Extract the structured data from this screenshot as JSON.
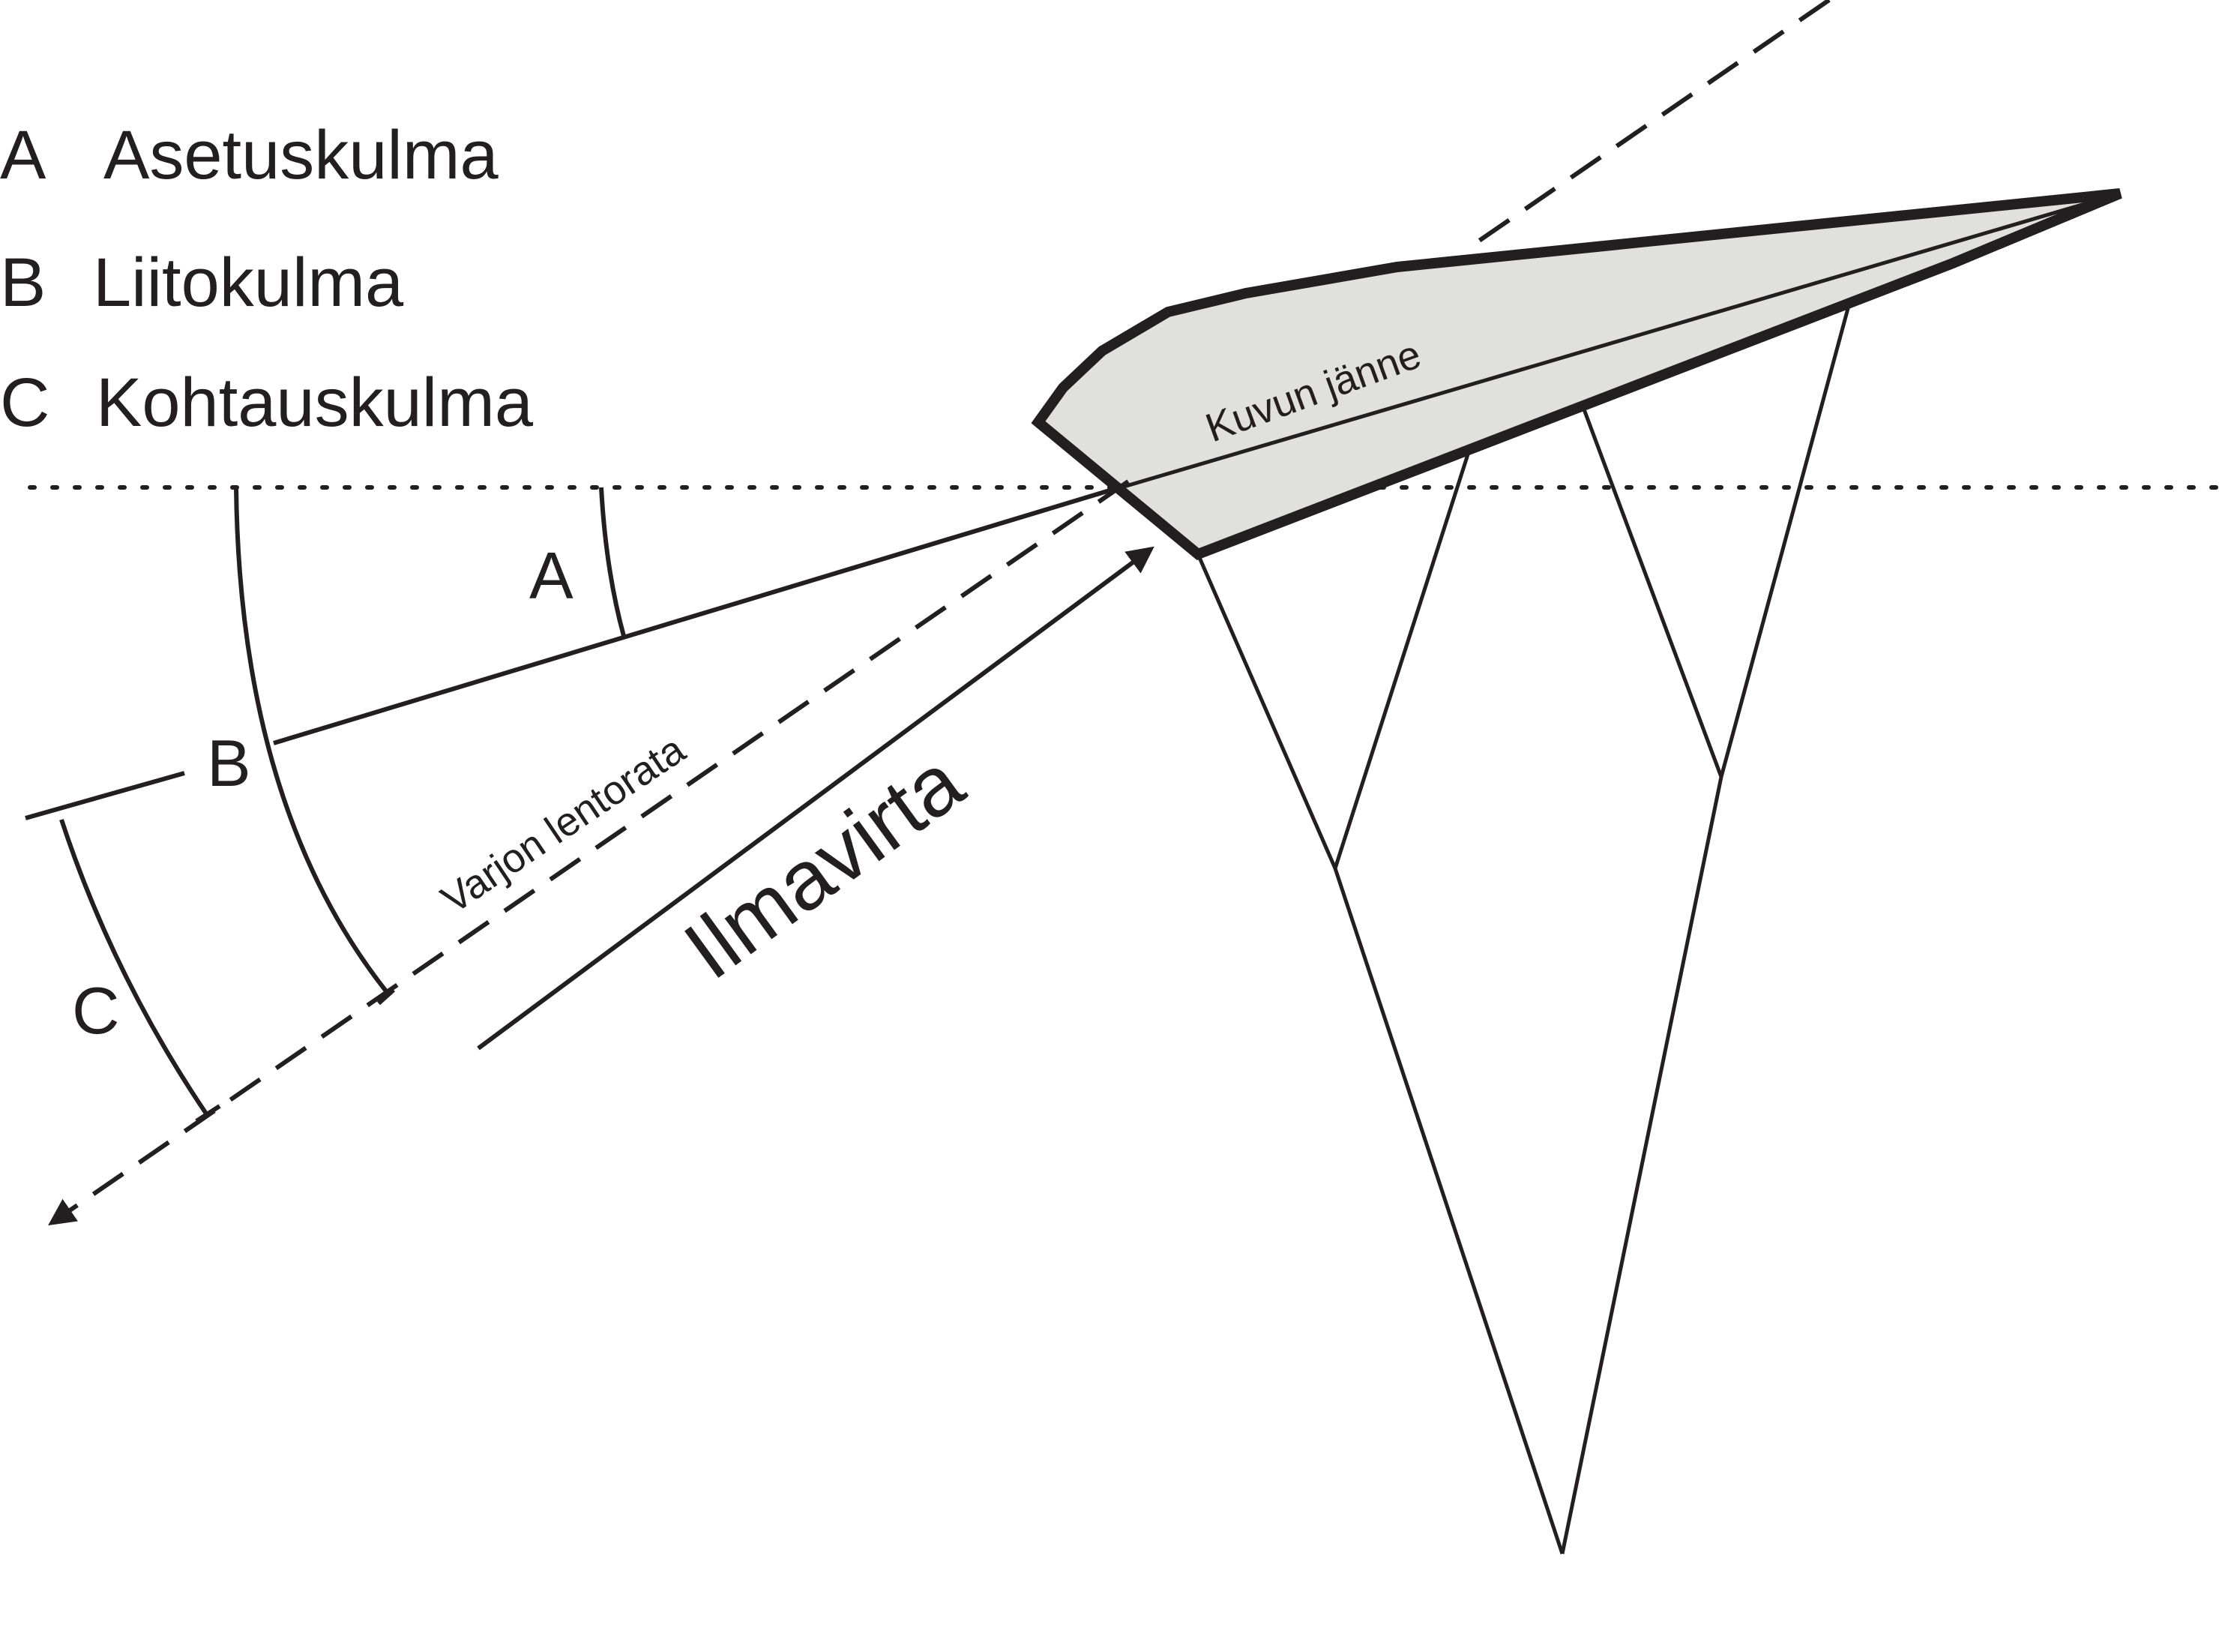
{
  "legend": [
    {
      "letter": "A",
      "label": "Asetuskulma"
    },
    {
      "letter": "B",
      "label": "Liitokulma"
    },
    {
      "letter": "C",
      "label": "Kohtauskulma"
    }
  ],
  "angle_labels": {
    "a": "A",
    "b": "B",
    "c": "C"
  },
  "texts": {
    "chord": "Kuvun jänne",
    "trajectory": "Varjon lentorata",
    "airflow": "Ilmavirta"
  },
  "colors": {
    "ink": "#231f20",
    "canopy_fill": "#e0e0de",
    "background": "#ffffff"
  }
}
